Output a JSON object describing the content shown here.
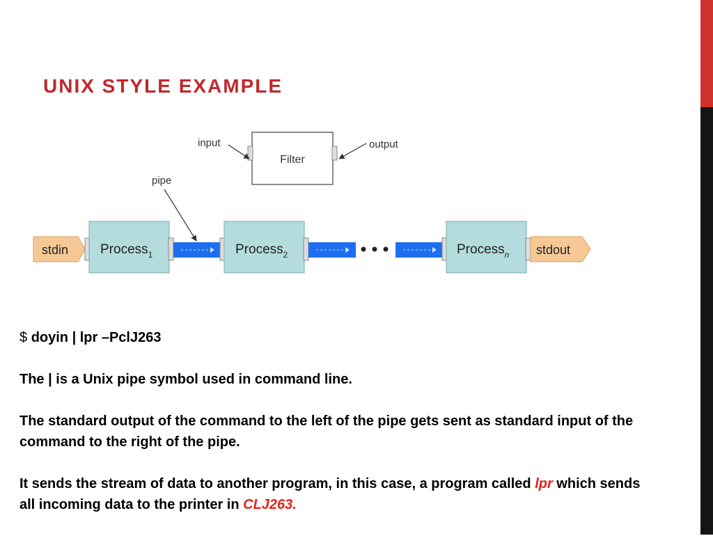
{
  "colors": {
    "title": "#c0282d",
    "sidebar_top": "#d0312d",
    "sidebar_bottom": "#141414",
    "process_fill": "#b4dcdc",
    "io_fill": "#f5c896",
    "pipe_fill": "#1e6ef0",
    "highlight": "#e8201c"
  },
  "slide": {
    "title": "Unix Style Example"
  },
  "diagram": {
    "filter_label": "Filter",
    "input_label": "input",
    "output_label": "output",
    "pipe_label": "pipe",
    "stdin_label": "stdin",
    "stdout_label": "stdout",
    "process_word": "Process",
    "process_1_sub": "1",
    "process_2_sub": "2",
    "process_n_sub": "n"
  },
  "body": {
    "cmd_prompt": "$ ",
    "cmd_text": "doyin | lpr –PclJ263",
    "line_pipe": "The | is a Unix pipe symbol used in command line.",
    "line_stdout": "The standard output of the command to the left of the pipe gets sent as standard input of the command to the right of the pipe.",
    "line_stream_a": "It sends the stream of data to another program, in this case, a program called ",
    "lpr_word": "lpr",
    "line_stream_b": " which sends all incoming data to the printer in ",
    "printer_word": "CLJ263."
  }
}
